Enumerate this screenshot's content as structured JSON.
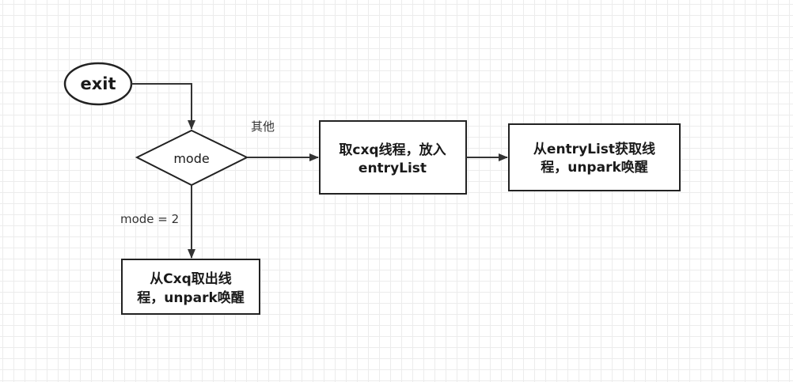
{
  "diagram": {
    "start": {
      "label": "exit"
    },
    "decision": {
      "label": "mode"
    },
    "edges": {
      "other_label": "其他",
      "mode2_label": "mode = 2"
    },
    "boxes": {
      "take_cxq": {
        "line1": "取cxq线程，放入",
        "line2": "entryList"
      },
      "from_entrylist": {
        "line1": "从entryList获取线",
        "line2": "程，unpark唤醒"
      },
      "from_cxq": {
        "line1": "从Cxq取出线",
        "line2": "程，unpark唤醒"
      }
    }
  }
}
